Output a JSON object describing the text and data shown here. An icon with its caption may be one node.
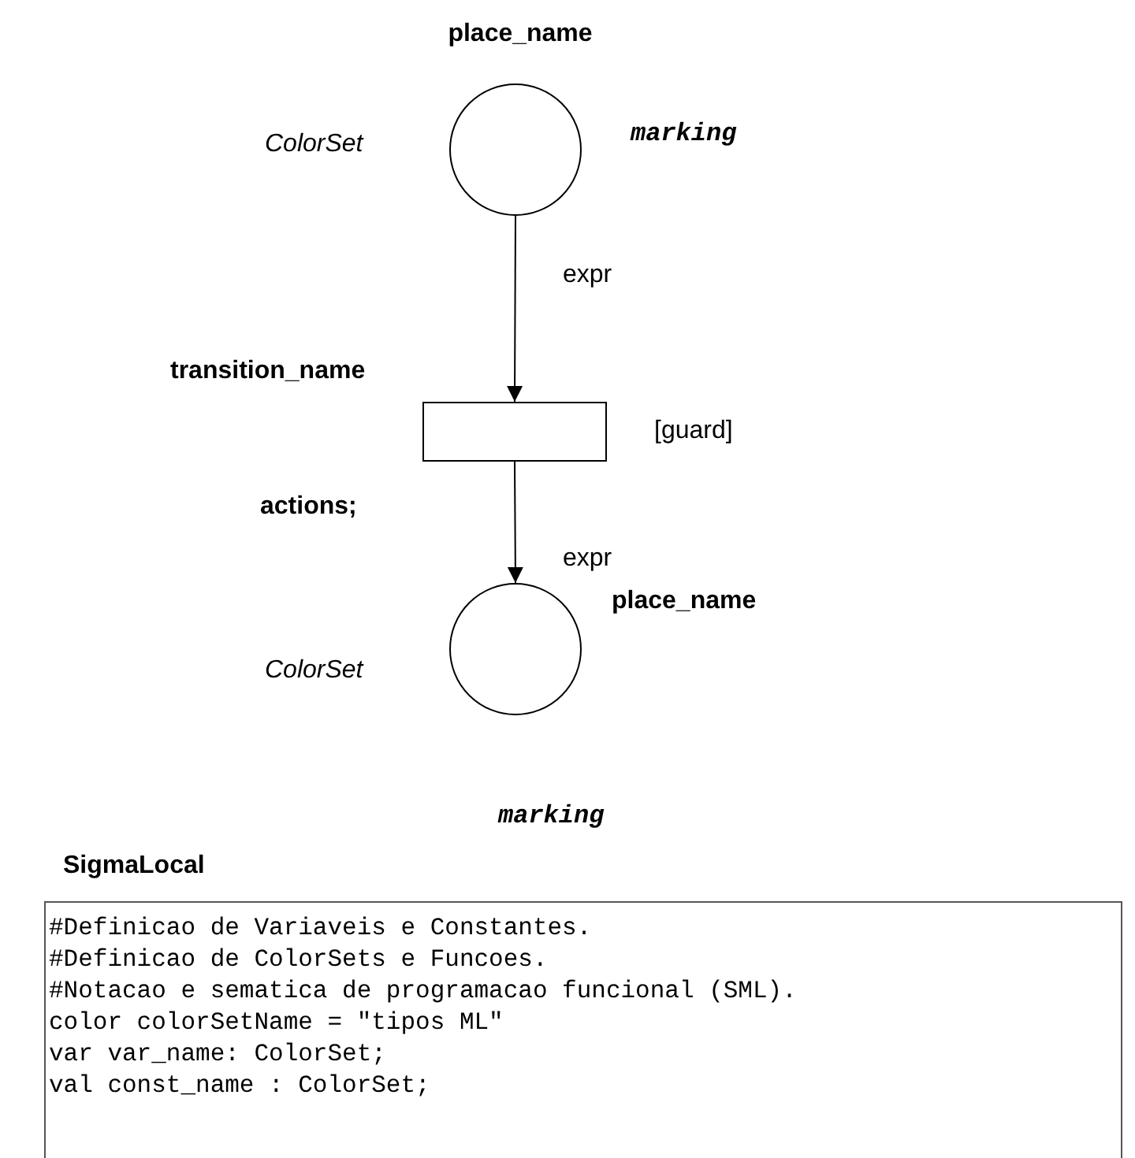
{
  "diagram": {
    "nodes": [
      {
        "text": [
          "place_name"
        ],
        "beside": [
          "ColorSet",
          "marking"
        ]
      },
      {
        "text": [
          "transition_name"
        ],
        "beside": [
          "[guard]",
          "actions;"
        ]
      },
      {
        "text": [
          "place_name"
        ],
        "beside": [
          "ColorSet",
          "marking"
        ]
      },
      {
        "text": [
          "SigmaLocal",
          "#Definicao de Variaveis e Constantes.",
          "#Definicao de ColorSets e Funcoes.",
          "#Notacao e sematica de programacao funcional (SML).",
          "color colorSetName = \"tipos ML\"",
          "var var_name: ColorSet;",
          "val const_name : ColorSet;"
        ]
      }
    ],
    "edges": [
      {
        "from": 0,
        "to": 1,
        "arrow": "to",
        "label": "expr"
      },
      {
        "from": 1,
        "to": 2,
        "arrow": "to",
        "label": "expr"
      }
    ]
  }
}
